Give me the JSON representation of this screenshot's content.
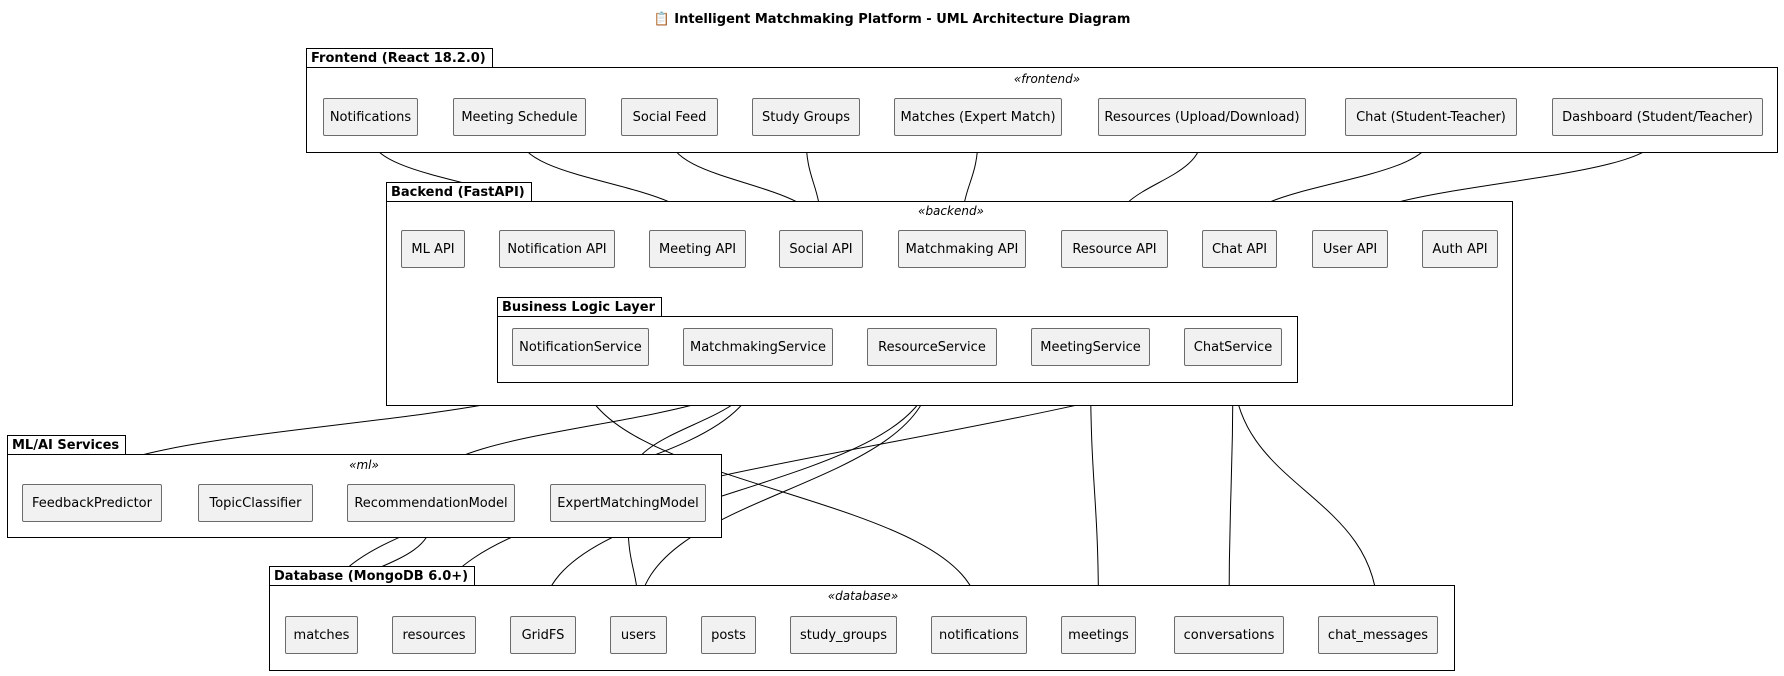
{
  "diagram": {
    "title": "Intelligent Matchmaking Platform - UML Architecture Diagram",
    "title_icon": "clipboard-icon",
    "packages": {
      "frontend": {
        "label": "Frontend (React 18.2.0)",
        "stereotype": "«frontend»"
      },
      "backend": {
        "label": "Backend (FastAPI)",
        "stereotype": "«backend»"
      },
      "business": {
        "label": "Business Logic Layer"
      },
      "ml": {
        "label": "ML/AI Services",
        "stereotype": "«ml»"
      },
      "database": {
        "label": "Database (MongoDB 6.0+)",
        "stereotype": "«database»"
      }
    },
    "nodes": {
      "fe_notifications": "Notifications",
      "fe_meeting": "Meeting Schedule",
      "fe_social": "Social Feed",
      "fe_groups": "Study Groups",
      "fe_matches": "Matches (Expert Match)",
      "fe_resources": "Resources (Upload/Download)",
      "fe_chat": "Chat (Student-Teacher)",
      "fe_dashboard": "Dashboard (Student/Teacher)",
      "be_ml": "ML API",
      "be_notification": "Notification API",
      "be_meeting": "Meeting API",
      "be_social": "Social API",
      "be_matchmaking": "Matchmaking API",
      "be_resource": "Resource API",
      "be_chat": "Chat API",
      "be_user": "User API",
      "be_auth": "Auth API",
      "svc_notification": "NotificationService",
      "svc_matchmaking": "MatchmakingService",
      "svc_resource": "ResourceService",
      "svc_meeting": "MeetingService",
      "svc_chat": "ChatService",
      "ml_feedback": "FeedbackPredictor",
      "ml_topic": "TopicClassifier",
      "ml_recommendation": "RecommendationModel",
      "ml_expert": "ExpertMatchingModel",
      "db_matches": "matches",
      "db_resources": "resources",
      "db_gridfs": "GridFS",
      "db_users": "users",
      "db_posts": "posts",
      "db_study_groups": "study_groups",
      "db_notifications": "notifications",
      "db_meetings": "meetings",
      "db_conversations": "conversations",
      "db_chat_messages": "chat_messages"
    },
    "edges": [
      [
        "fe_notifications",
        "be_notification"
      ],
      [
        "fe_meeting",
        "be_meeting"
      ],
      [
        "fe_social",
        "be_social"
      ],
      [
        "fe_groups",
        "be_social"
      ],
      [
        "fe_matches",
        "be_matchmaking"
      ],
      [
        "fe_resources",
        "be_resource"
      ],
      [
        "fe_chat",
        "be_chat"
      ],
      [
        "fe_dashboard",
        "be_user"
      ],
      [
        "be_notification",
        "svc_notification"
      ],
      [
        "be_matchmaking",
        "svc_matchmaking"
      ],
      [
        "be_resource",
        "svc_resource"
      ],
      [
        "be_meeting",
        "svc_meeting"
      ],
      [
        "be_chat",
        "svc_chat"
      ],
      [
        "svc_notification",
        "ml_feedback"
      ],
      [
        "svc_matchmaking",
        "ml_recommendation"
      ],
      [
        "svc_matchmaking",
        "ml_expert"
      ],
      [
        "svc_matchmaking",
        "db_matches"
      ],
      [
        "svc_notification",
        "db_notifications"
      ],
      [
        "svc_resource",
        "db_gridfs"
      ],
      [
        "svc_resource",
        "db_users"
      ],
      [
        "svc_meeting",
        "db_meetings"
      ],
      [
        "svc_chat",
        "db_conversations"
      ],
      [
        "svc_chat",
        "db_chat_messages"
      ],
      [
        "be_user",
        "db_resources"
      ],
      [
        "ml_recommendation",
        "db_matches"
      ],
      [
        "ml_expert",
        "db_users"
      ]
    ]
  }
}
